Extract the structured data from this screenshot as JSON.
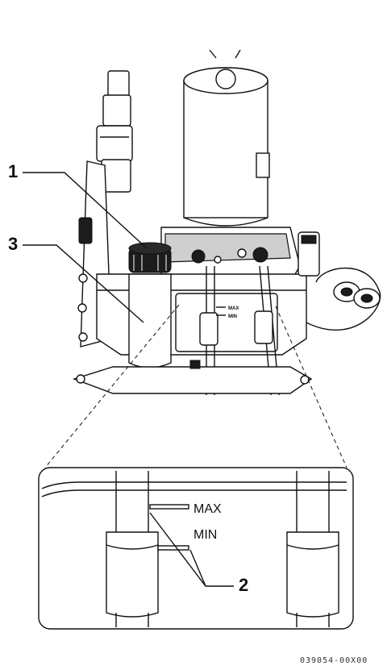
{
  "callouts": {
    "one": "1",
    "two": "2",
    "three": "3"
  },
  "level_marks": {
    "max_small": "MAX",
    "min_small": "MIN",
    "max_detail": "MAX",
    "min_detail": "MIN"
  },
  "reference_code": "039054-00X00"
}
